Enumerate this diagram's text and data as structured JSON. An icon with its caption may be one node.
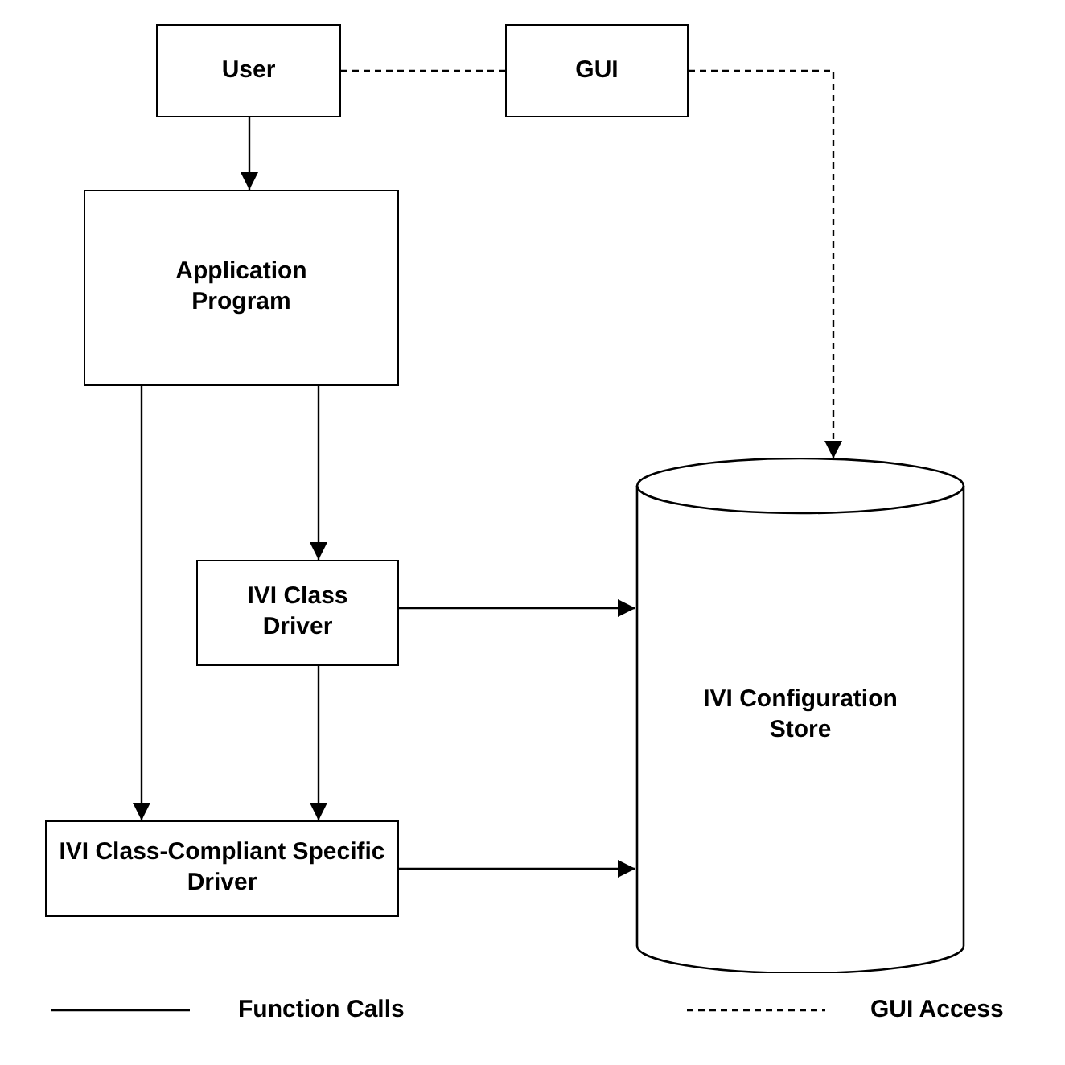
{
  "diagram": {
    "nodes": [
      {
        "text": [
          "User"
        ]
      },
      {
        "text": [
          "GUI"
        ]
      },
      {
        "text": [
          "Application Program"
        ]
      },
      {
        "text": [
          "IVI Class Driver"
        ]
      },
      {
        "text": [
          "IVI Class-Compliant Specific Driver"
        ]
      },
      {
        "text": [
          "IVI Configuration Store"
        ]
      }
    ],
    "edges": [
      {
        "from": 0,
        "to": 1,
        "arrow": "none",
        "style": "dashed"
      },
      {
        "from": 0,
        "to": 2,
        "arrow": "to"
      },
      {
        "from": 1,
        "to": 5,
        "arrow": "to",
        "style": "dashed"
      },
      {
        "from": 2,
        "to": 3,
        "arrow": "to"
      },
      {
        "from": 2,
        "to": 4,
        "arrow": "to"
      },
      {
        "from": 3,
        "to": 5,
        "arrow": "to"
      },
      {
        "from": 3,
        "to": 4,
        "arrow": "to"
      },
      {
        "from": 4,
        "to": 5,
        "arrow": "to"
      }
    ],
    "legend": [
      {
        "text": "Function Calls"
      },
      {
        "text": "GUI Access"
      }
    ]
  }
}
